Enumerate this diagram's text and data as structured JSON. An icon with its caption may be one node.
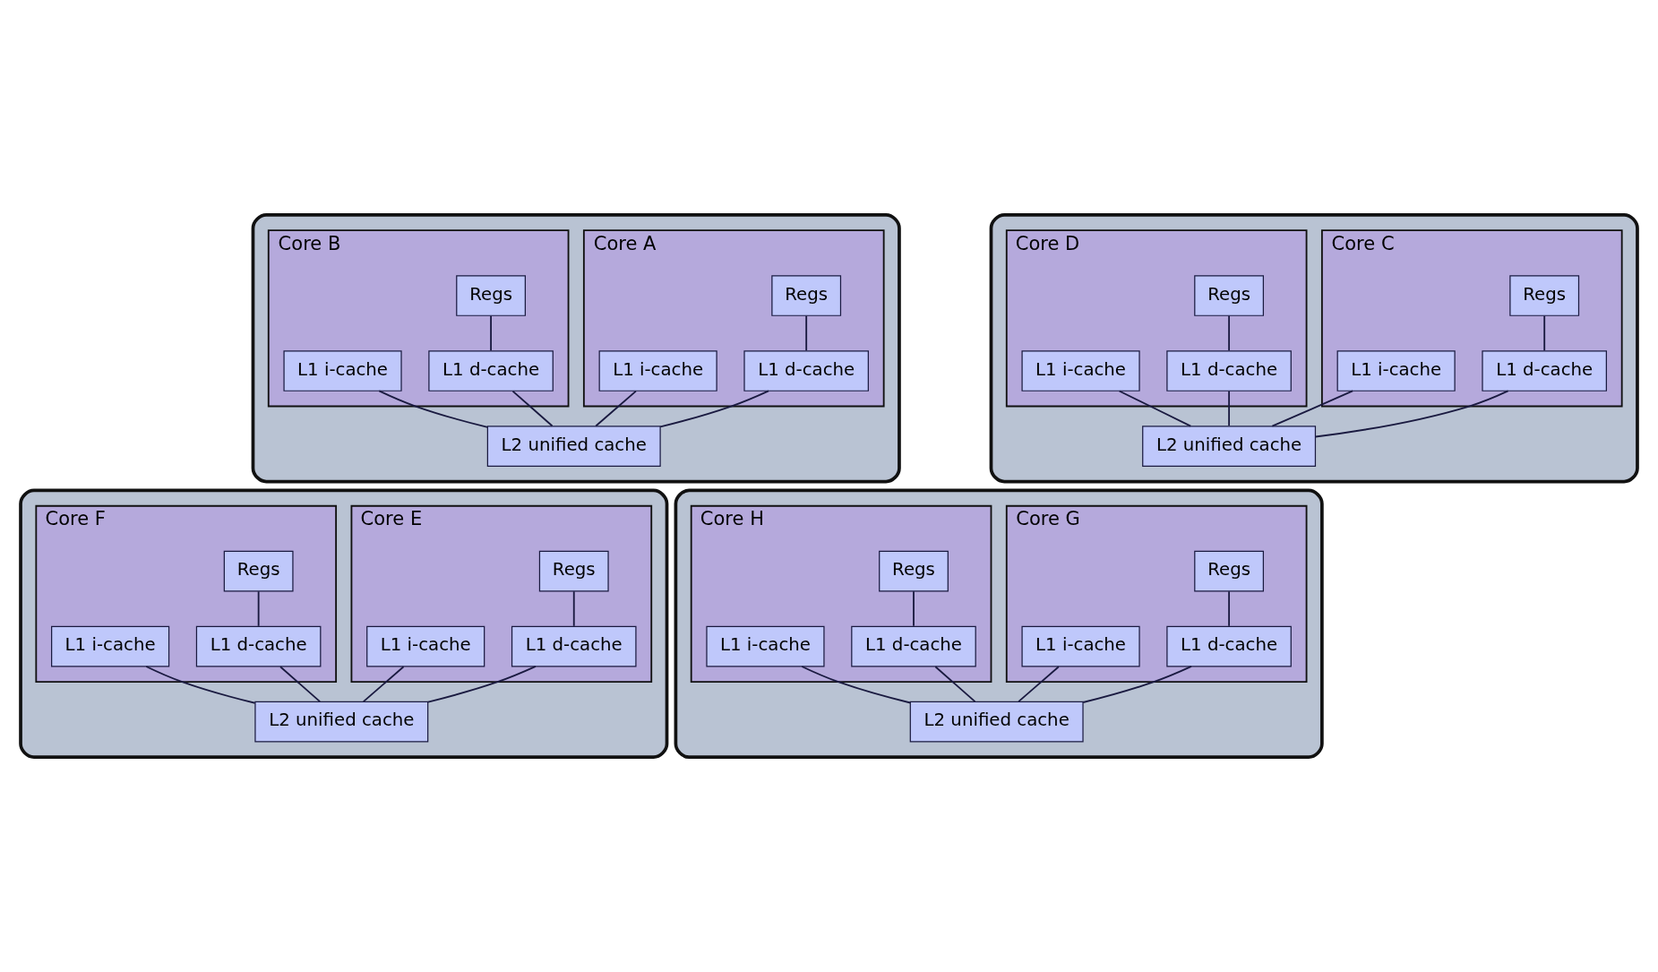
{
  "diagram": {
    "nodes": [
      {
        "text": [],
        "shape": "box"
      },
      {
        "text": [
          "Core A"
        ],
        "in": 0
      },
      {
        "text": [
          "Regs"
        ],
        "in": 1
      },
      {
        "text": [
          "L1 d-cache"
        ],
        "in": 1
      },
      {
        "text": [
          "L1 i-cache"
        ],
        "in": 1
      },
      {
        "text": [
          "Core B"
        ],
        "in": 0
      },
      {
        "text": [
          "Regs"
        ],
        "in": 5
      },
      {
        "text": [
          "L1 d-cache"
        ],
        "in": 5
      },
      {
        "text": [
          "L1 i-cache"
        ],
        "in": 5
      },
      {
        "text": [
          "L2 unified cache"
        ],
        "in": 0
      },
      {
        "text": [],
        "shape": "box"
      },
      {
        "text": [
          "Core C"
        ],
        "in": 10
      },
      {
        "text": [
          "Regs"
        ],
        "in": 11
      },
      {
        "text": [
          "L1 d-cache"
        ],
        "in": 11
      },
      {
        "text": [
          "L1 i-cache"
        ],
        "in": 11
      },
      {
        "text": [
          "Core D"
        ],
        "in": 10
      },
      {
        "text": [
          "Regs"
        ],
        "in": 15
      },
      {
        "text": [
          "L1 d-cache"
        ],
        "in": 15
      },
      {
        "text": [
          "L1 i-cache"
        ],
        "in": 15
      },
      {
        "text": [
          "L2 unified cache"
        ],
        "in": 10
      },
      {
        "text": [],
        "shape": "box"
      },
      {
        "text": [
          "Core E"
        ],
        "in": 20
      },
      {
        "text": [
          "Regs"
        ],
        "in": 21
      },
      {
        "text": [
          "L1 d-cache"
        ],
        "in": 21
      },
      {
        "text": [
          "L1 i-cache"
        ],
        "in": 21
      },
      {
        "text": [
          "Core F"
        ],
        "in": 20
      },
      {
        "text": [
          "Regs"
        ],
        "in": 25
      },
      {
        "text": [
          "L1 d-cache"
        ],
        "in": 25
      },
      {
        "text": [
          "L1 i-cache"
        ],
        "in": 25
      },
      {
        "text": [
          "L2 unified cache"
        ],
        "in": 20
      },
      {
        "text": [],
        "shape": "box"
      },
      {
        "text": [
          "Core G"
        ],
        "in": 30
      },
      {
        "text": [
          "Regs"
        ],
        "in": 31
      },
      {
        "text": [
          "L1 d-cache"
        ],
        "in": 31
      },
      {
        "text": [
          "L1 i-cache"
        ],
        "in": 31
      },
      {
        "text": [
          "Core H"
        ],
        "in": 30
      },
      {
        "text": [
          "Regs"
        ],
        "in": 35
      },
      {
        "text": [
          "L1 d-cache"
        ],
        "in": 35
      },
      {
        "text": [
          "L1 i-cache"
        ],
        "in": 35
      },
      {
        "text": [
          "L2 unified cache"
        ],
        "in": 30
      }
    ],
    "edges": [
      {
        "from": 2,
        "to": 3,
        "arrow": "none"
      },
      {
        "from": 3,
        "to": 9,
        "arrow": "none"
      },
      {
        "from": 4,
        "to": 9,
        "arrow": "none"
      },
      {
        "from": 6,
        "to": 7,
        "arrow": "none"
      },
      {
        "from": 7,
        "to": 9,
        "arrow": "none"
      },
      {
        "from": 8,
        "to": 9,
        "arrow": "none"
      },
      {
        "from": 12,
        "to": 13,
        "arrow": "none"
      },
      {
        "from": 13,
        "to": 19,
        "arrow": "none"
      },
      {
        "from": 14,
        "to": 19,
        "arrow": "none"
      },
      {
        "from": 16,
        "to": 17,
        "arrow": "none"
      },
      {
        "from": 17,
        "to": 19,
        "arrow": "none"
      },
      {
        "from": 18,
        "to": 19,
        "arrow": "none"
      },
      {
        "from": 22,
        "to": 23,
        "arrow": "none"
      },
      {
        "from": 23,
        "to": 29,
        "arrow": "none"
      },
      {
        "from": 24,
        "to": 29,
        "arrow": "none"
      },
      {
        "from": 26,
        "to": 27,
        "arrow": "none"
      },
      {
        "from": 27,
        "to": 29,
        "arrow": "none"
      },
      {
        "from": 28,
        "to": 29,
        "arrow": "none"
      },
      {
        "from": 32,
        "to": 33,
        "arrow": "none"
      },
      {
        "from": 33,
        "to": 39,
        "arrow": "none"
      },
      {
        "from": 34,
        "to": 39,
        "arrow": "none"
      },
      {
        "from": 36,
        "to": 37,
        "arrow": "none"
      },
      {
        "from": 37,
        "to": 39,
        "arrow": "none"
      },
      {
        "from": 38,
        "to": 39,
        "arrow": "none"
      }
    ]
  }
}
